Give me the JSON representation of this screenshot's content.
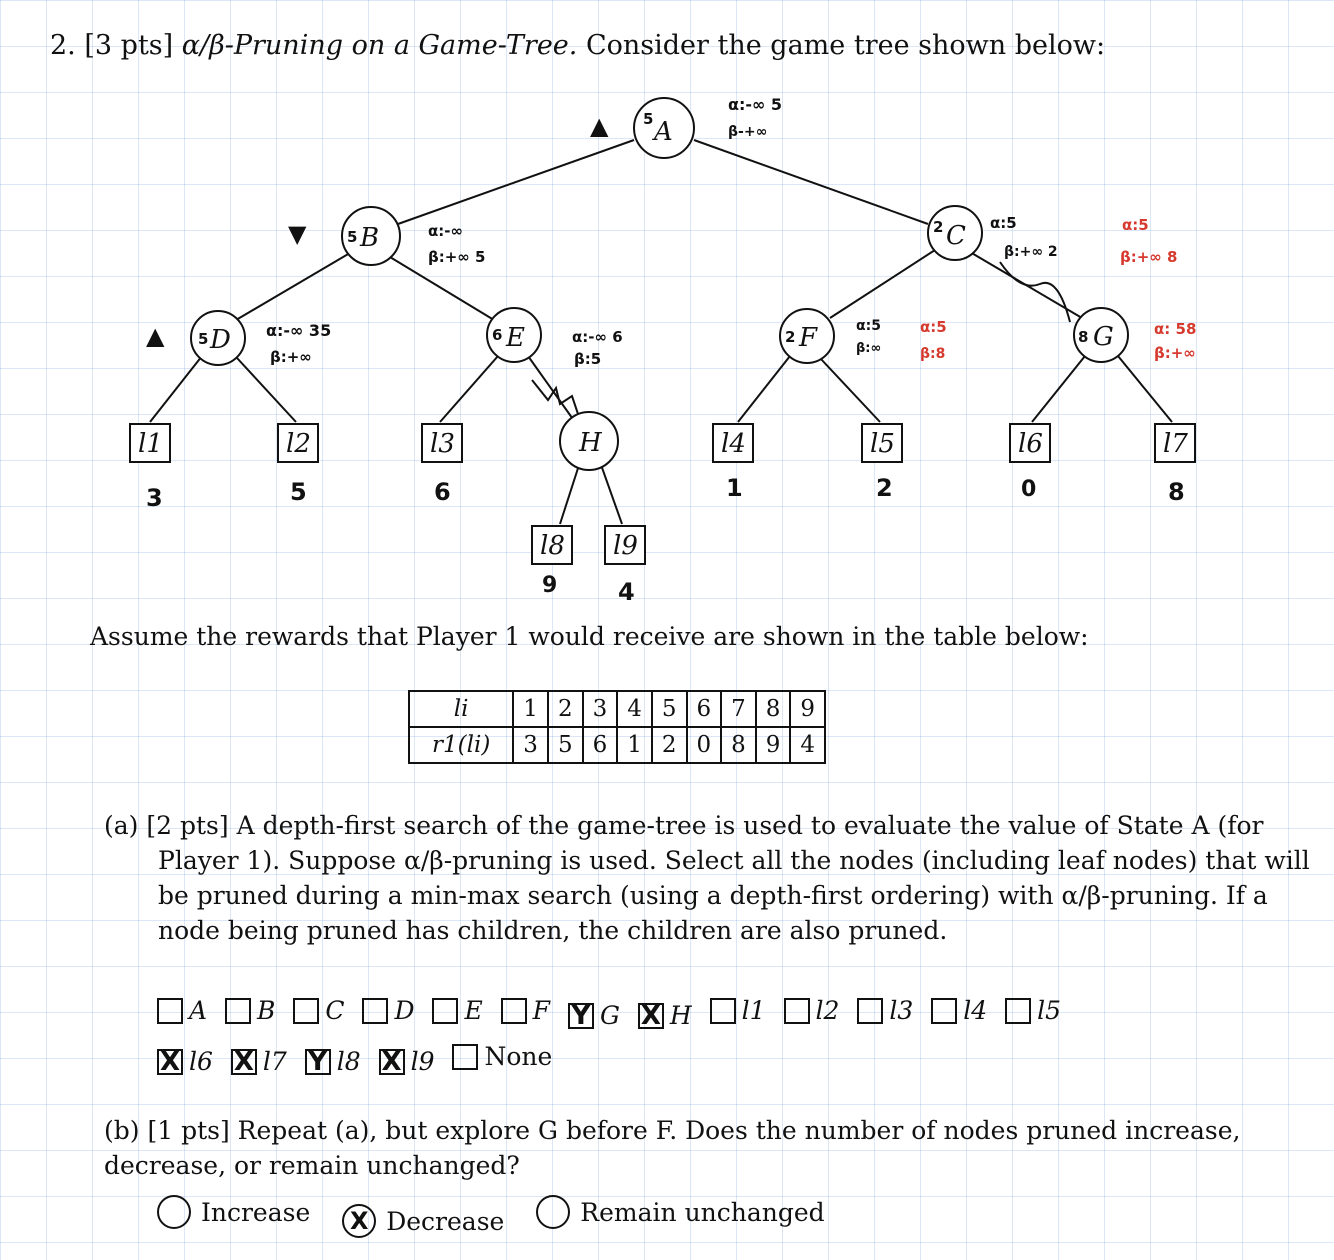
{
  "question": {
    "number": "2.",
    "points": "[3 pts]",
    "topic": "α/β-Pruning on a Game-Tree.",
    "intro": "Consider the game tree shown below:"
  },
  "tree": {
    "nodes": {
      "A": "A",
      "B": "B",
      "C": "C",
      "D": "D",
      "E": "E",
      "F": "F",
      "G": "G",
      "H": "H"
    },
    "leaves": {
      "l1": "l1",
      "l2": "l2",
      "l3": "l3",
      "l4": "l4",
      "l5": "l5",
      "l6": "l6",
      "l7": "l7",
      "l8": "l8",
      "l9": "l9"
    },
    "handwriting": {
      "leaf_values": {
        "l1": "3",
        "l2": "5",
        "l3": "6",
        "l4": "1",
        "l5": "2",
        "l6": "0",
        "l7": "8",
        "l8": "9",
        "l9": "4"
      },
      "node_values": {
        "A": "5",
        "B": "5",
        "C": "2",
        "D": "5",
        "E": "6",
        "F": "2",
        "G": "8"
      },
      "player_marks": {
        "A": "▲",
        "B": "▼",
        "D": "▲"
      },
      "A_alpha": "α:-∞ 5",
      "A_beta": "β-+∞",
      "B_alpha": "α:-∞",
      "B_beta": "β:+∞ 5",
      "C_alpha": "α:5",
      "C_beta": "β:+∞ 2",
      "C_alpha_red": "α:5",
      "C_beta_red": "β:+∞ 8",
      "D_alpha": "α:-∞ 35",
      "D_beta": "β:+∞",
      "E_alpha": "α:-∞ 6",
      "E_beta": "β:5",
      "F_alpha": "α:5",
      "F_beta": "β:∞",
      "F_alpha_red": "α:5",
      "F_beta_red": "β:8",
      "G_alpha_red": "α: 58",
      "G_beta_red": "β:+∞"
    }
  },
  "assume_text": "Assume the rewards that Player 1 would receive are shown in the table below:",
  "rewards_table": {
    "row1_header": "li",
    "row2_header": "r1(li)",
    "indices": [
      "1",
      "2",
      "3",
      "4",
      "5",
      "6",
      "7",
      "8",
      "9"
    ],
    "rewards": [
      "3",
      "5",
      "6",
      "1",
      "2",
      "0",
      "8",
      "9",
      "4"
    ]
  },
  "part_a": {
    "label": "(a)",
    "points": "[2 pts]",
    "text": "A depth-first search of the game-tree is used to evaluate the value of State A (for Player 1). Suppose α/β-pruning is used. Select all the nodes (including leaf nodes) that will be pruned during a min-max search (using a depth-first ordering) with α/β-pruning. If a node being pruned has children, the children are also pruned.",
    "options": [
      {
        "label": "A",
        "mark": ""
      },
      {
        "label": "B",
        "mark": ""
      },
      {
        "label": "C",
        "mark": ""
      },
      {
        "label": "D",
        "mark": ""
      },
      {
        "label": "E",
        "mark": ""
      },
      {
        "label": "F",
        "mark": ""
      },
      {
        "label": "G",
        "mark": "Y"
      },
      {
        "label": "H",
        "mark": "X"
      },
      {
        "label": "l1",
        "mark": ""
      },
      {
        "label": "l2",
        "mark": ""
      },
      {
        "label": "l3",
        "mark": ""
      },
      {
        "label": "l4",
        "mark": ""
      },
      {
        "label": "l5",
        "mark": ""
      },
      {
        "label": "l6",
        "mark": "X"
      },
      {
        "label": "l7",
        "mark": "X"
      },
      {
        "label": "l8",
        "mark": "Y"
      },
      {
        "label": "l9",
        "mark": "X"
      },
      {
        "label": "None",
        "mark": ""
      }
    ]
  },
  "part_b": {
    "label": "(b)",
    "points": "[1 pts]",
    "text": "Repeat (a), but explore G before F. Does the number of nodes pruned increase, decrease, or remain unchanged?",
    "options": [
      {
        "label": "Increase",
        "mark": ""
      },
      {
        "label": "Decrease",
        "mark": "X"
      },
      {
        "label": "Remain unchanged",
        "mark": ""
      }
    ]
  }
}
